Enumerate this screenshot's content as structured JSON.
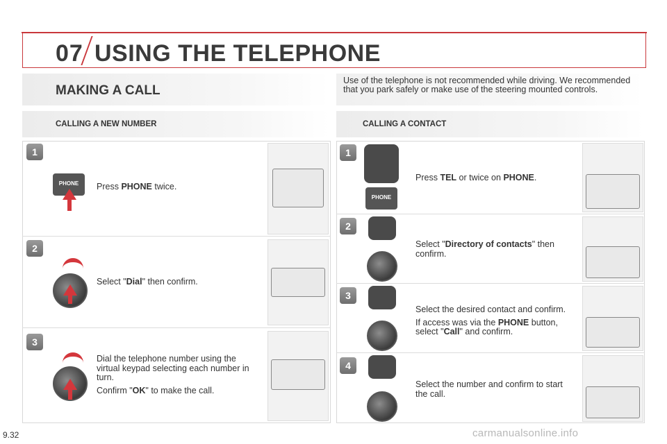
{
  "chapter": {
    "number": "07",
    "title": "USING THE TELEPHONE"
  },
  "section": {
    "title": "MAKING A CALL"
  },
  "warning_text": "Use of the telephone is not recommended while driving. We recommended that you park safely or make use of the steering mounted controls.",
  "left": {
    "heading": "CALLING A NEW NUMBER",
    "steps": [
      {
        "num": "1",
        "text_pre": "Press ",
        "bold": "PHONE",
        "text_post": " twice."
      },
      {
        "num": "2",
        "text_pre": "Select \"",
        "bold": "Dial",
        "text_post": "\" then confirm."
      },
      {
        "num": "3",
        "line1": "Dial the telephone number using the virtual keypad selecting each number in turn.",
        "line2_pre": "Confirm \"",
        "line2_bold": "OK",
        "line2_post": "\" to make the call."
      }
    ],
    "phone_button_label": "PHONE"
  },
  "right": {
    "heading": "CALLING A CONTACT",
    "steps": [
      {
        "num": "1",
        "pre": "Press ",
        "b1": "TEL",
        "mid": " or twice on ",
        "b2": "PHONE",
        "post": "."
      },
      {
        "num": "2",
        "pre": "Select \"",
        "bold": "Directory of contacts",
        "post": "\" then confirm."
      },
      {
        "num": "3",
        "line1": "Select the desired contact and confirm.",
        "line2_pre": "If access was via the ",
        "line2_bold": "PHONE",
        "line2_mid": " button, select \"",
        "line2_bold2": "Call",
        "line2_post": "\" and confirm."
      },
      {
        "num": "4",
        "text": "Select the number and confirm to start the call."
      }
    ],
    "phone_button_label": "PHONE"
  },
  "footer": {
    "page": "9.32",
    "watermark": "carmanualsonline.info"
  },
  "colors": {
    "accent": "#c9373b",
    "arrow": "#d4373c"
  }
}
